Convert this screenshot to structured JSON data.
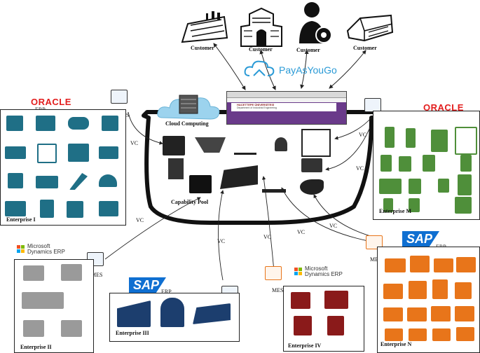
{
  "customers": [
    "Customer",
    "Customer",
    "Customer",
    "Customer"
  ],
  "payg": "PayAsYouGo",
  "cloud": "Cloud Computing",
  "capability_pool": "Capability Pool",
  "browser": {
    "title": "HACETTEPE ÜNİVERSİTESİ",
    "subtitle": "Department of Industrial Engineering"
  },
  "erp_label": "ERP",
  "oracle": "ORACLE",
  "sap": "SAP",
  "ms": {
    "line1": "Microsoft",
    "line2": "Dynamics ERP"
  },
  "mes": "MES",
  "vc": "VC",
  "enterprises": {
    "one": "Enterprise  I",
    "two": "Enterprise   II",
    "three": "Enterprise   III",
    "four": "Enterprise  IV",
    "m": "Enterprise  M",
    "n": "Enterprise  N"
  },
  "colors": {
    "teal": "#1f6f86",
    "gray": "#9a9a9a",
    "green": "#4f8f3a",
    "orange": "#e8751a",
    "darkred": "#8a1a1a",
    "navy": "#1c3e6e",
    "sap_blue": "#0f6fd1",
    "oracle_red": "#e21d1d",
    "payg_blue": "#2a9ad6"
  }
}
